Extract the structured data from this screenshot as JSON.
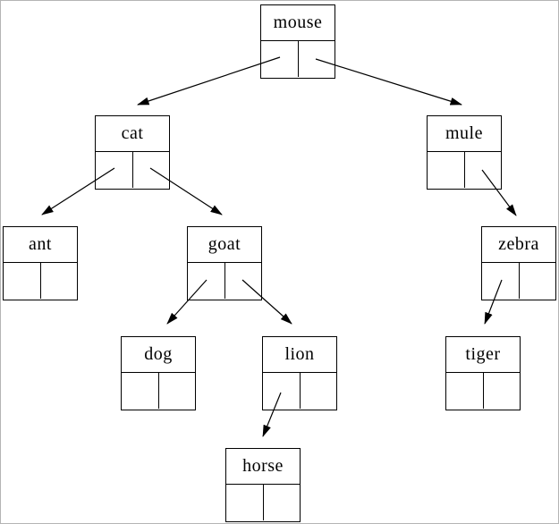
{
  "diagram": {
    "kind": "binary-tree-with-pointer-cells",
    "colors": {
      "line": "#000000",
      "node_border": "#000000",
      "node_fill": "#ffffff",
      "background": "#ffffff",
      "page_border": "#b4b4b4",
      "text": "#000000"
    },
    "nodes": [
      {
        "id": "mouse",
        "label": "mouse",
        "left_child": "cat",
        "right_child": "mule"
      },
      {
        "id": "cat",
        "label": "cat",
        "left_child": "ant",
        "right_child": "goat"
      },
      {
        "id": "mule",
        "label": "mule",
        "left_child": null,
        "right_child": "zebra"
      },
      {
        "id": "ant",
        "label": "ant",
        "left_child": null,
        "right_child": null
      },
      {
        "id": "goat",
        "label": "goat",
        "left_child": "dog",
        "right_child": "lion"
      },
      {
        "id": "zebra",
        "label": "zebra",
        "left_child": "tiger",
        "right_child": null
      },
      {
        "id": "dog",
        "label": "dog",
        "left_child": null,
        "right_child": null
      },
      {
        "id": "lion",
        "label": "lion",
        "left_child": "horse",
        "right_child": null
      },
      {
        "id": "tiger",
        "label": "tiger",
        "left_child": null,
        "right_child": null
      },
      {
        "id": "horse",
        "label": "horse",
        "left_child": null,
        "right_child": null
      }
    ],
    "edges": [
      {
        "from": "mouse",
        "slot": "left",
        "to": "cat"
      },
      {
        "from": "mouse",
        "slot": "right",
        "to": "mule"
      },
      {
        "from": "cat",
        "slot": "left",
        "to": "ant"
      },
      {
        "from": "cat",
        "slot": "right",
        "to": "goat"
      },
      {
        "from": "mule",
        "slot": "right",
        "to": "zebra"
      },
      {
        "from": "goat",
        "slot": "left",
        "to": "dog"
      },
      {
        "from": "goat",
        "slot": "right",
        "to": "lion"
      },
      {
        "from": "zebra",
        "slot": "left",
        "to": "tiger"
      },
      {
        "from": "lion",
        "slot": "left",
        "to": "horse"
      }
    ]
  }
}
